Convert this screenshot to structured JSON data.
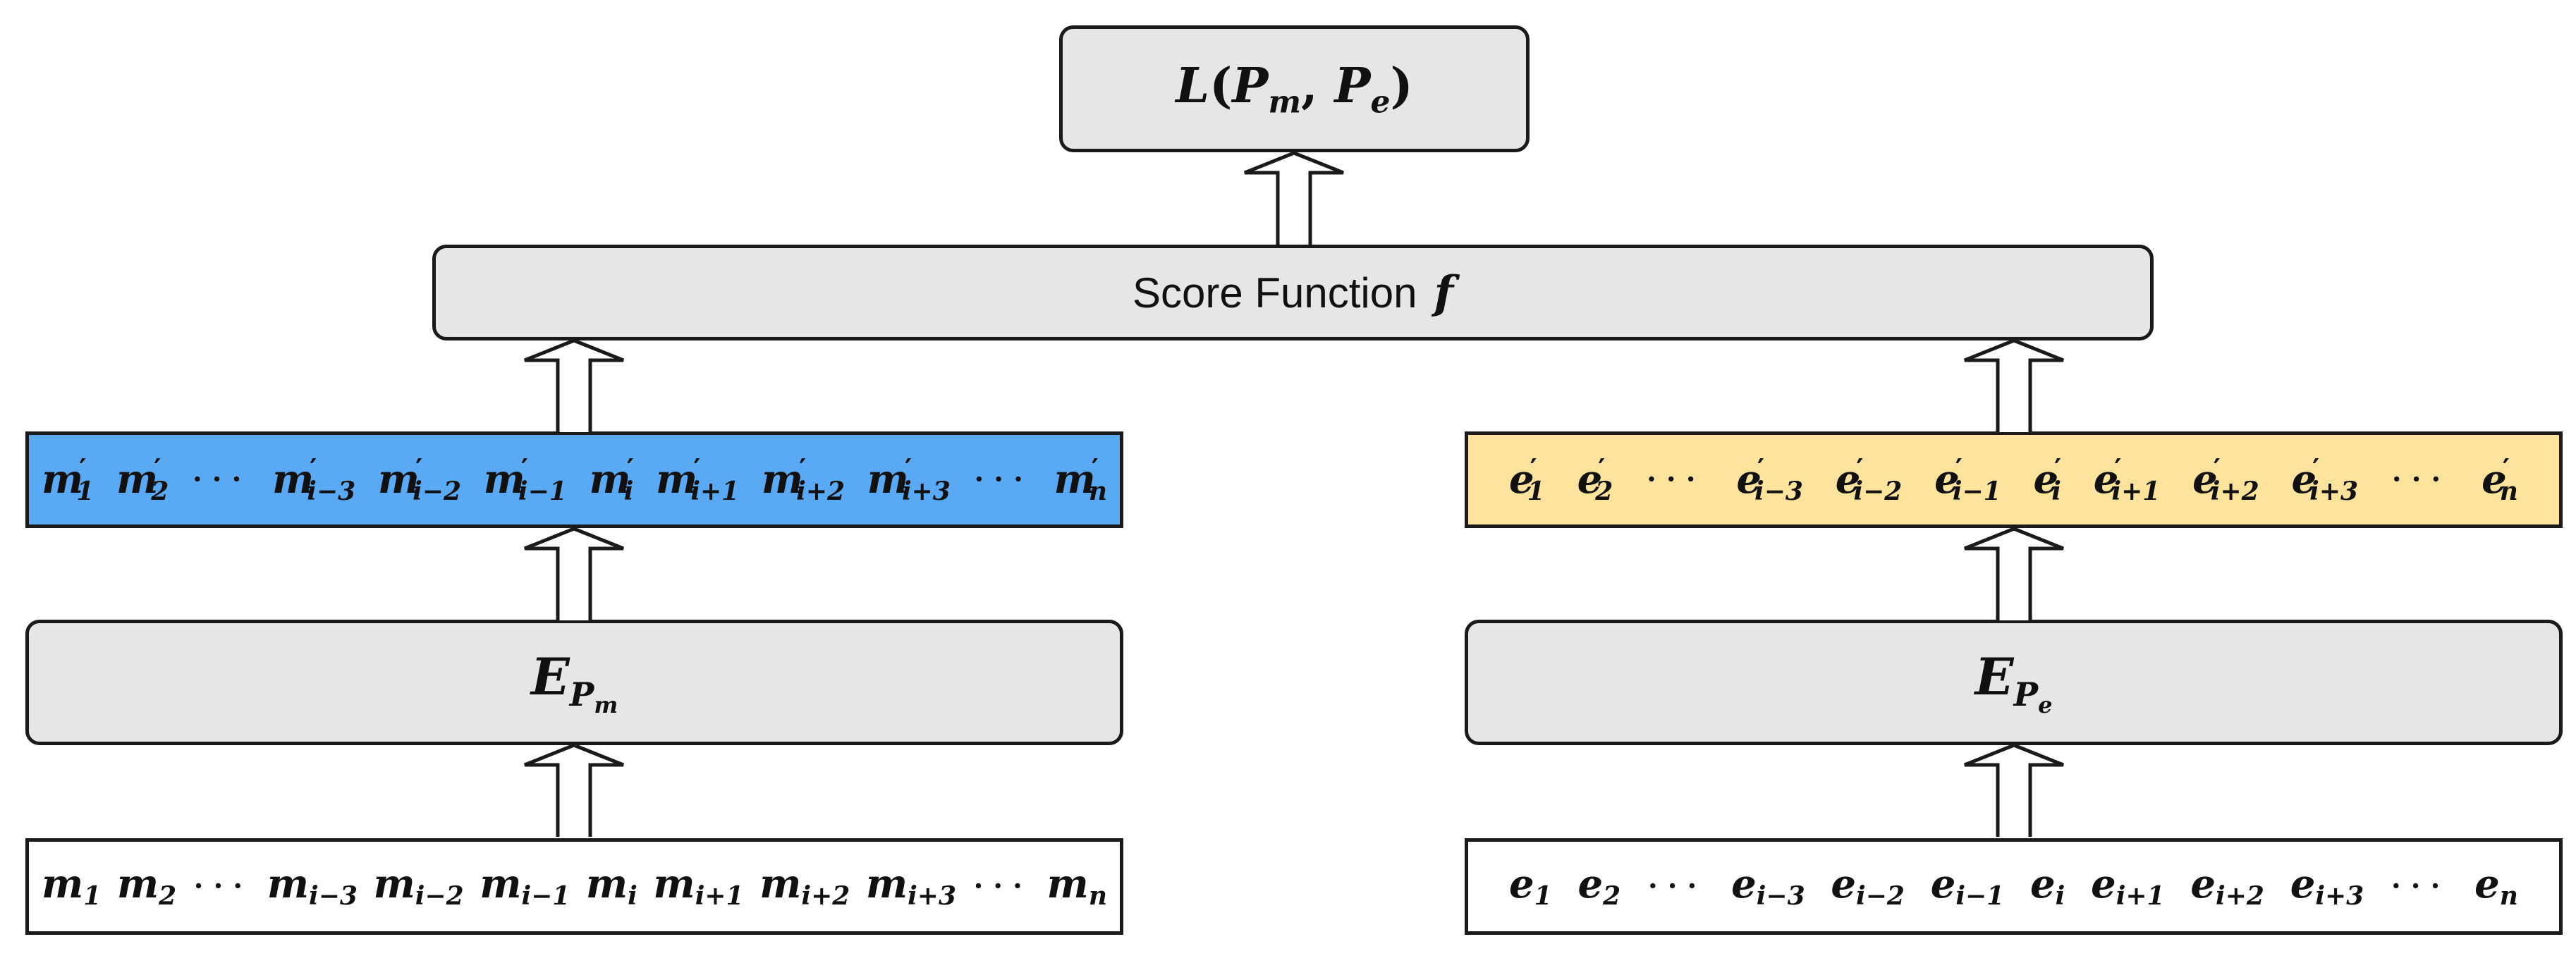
{
  "loss_box": {
    "fn": "L",
    "open": "(",
    "a": "P",
    "a_sub": "m",
    "comma": ",",
    "b": "P",
    "b_sub": "e",
    "close": ")"
  },
  "score_box": {
    "label": "Score Function",
    "symbol": "f"
  },
  "encoder_m": {
    "base": "E",
    "sub": "P",
    "subsub": "m"
  },
  "encoder_e": {
    "base": "E",
    "sub": "P",
    "subsub": "e"
  },
  "prime_mark": "′",
  "ellipsis": "···",
  "m_tokens": [
    {
      "base": "m",
      "sub": "1"
    },
    {
      "base": "m",
      "sub": "2"
    },
    {
      "ellipsis": true
    },
    {
      "base": "m",
      "sub": "i−3"
    },
    {
      "base": "m",
      "sub": "i−2"
    },
    {
      "base": "m",
      "sub": "i−1"
    },
    {
      "base": "m",
      "sub": "i"
    },
    {
      "base": "m",
      "sub": "i+1"
    },
    {
      "base": "m",
      "sub": "i+2"
    },
    {
      "base": "m",
      "sub": "i+3"
    },
    {
      "ellipsis": true
    },
    {
      "base": "m",
      "sub": "n"
    }
  ],
  "e_tokens": [
    {
      "base": "e",
      "sub": "1"
    },
    {
      "base": "e",
      "sub": "2"
    },
    {
      "ellipsis": true
    },
    {
      "base": "e",
      "sub": "i−3"
    },
    {
      "base": "e",
      "sub": "i−2"
    },
    {
      "base": "e",
      "sub": "i−1"
    },
    {
      "base": "e",
      "sub": "i"
    },
    {
      "base": "e",
      "sub": "i+1"
    },
    {
      "base": "e",
      "sub": "i+2"
    },
    {
      "base": "e",
      "sub": "i+3"
    },
    {
      "ellipsis": true
    },
    {
      "base": "e",
      "sub": "n"
    }
  ],
  "colors": {
    "box_fill": "#e6e6e6",
    "m_prime_fill": "#5aa9f5",
    "e_prime_fill": "#fde39c",
    "stroke": "#1a1a1a"
  }
}
